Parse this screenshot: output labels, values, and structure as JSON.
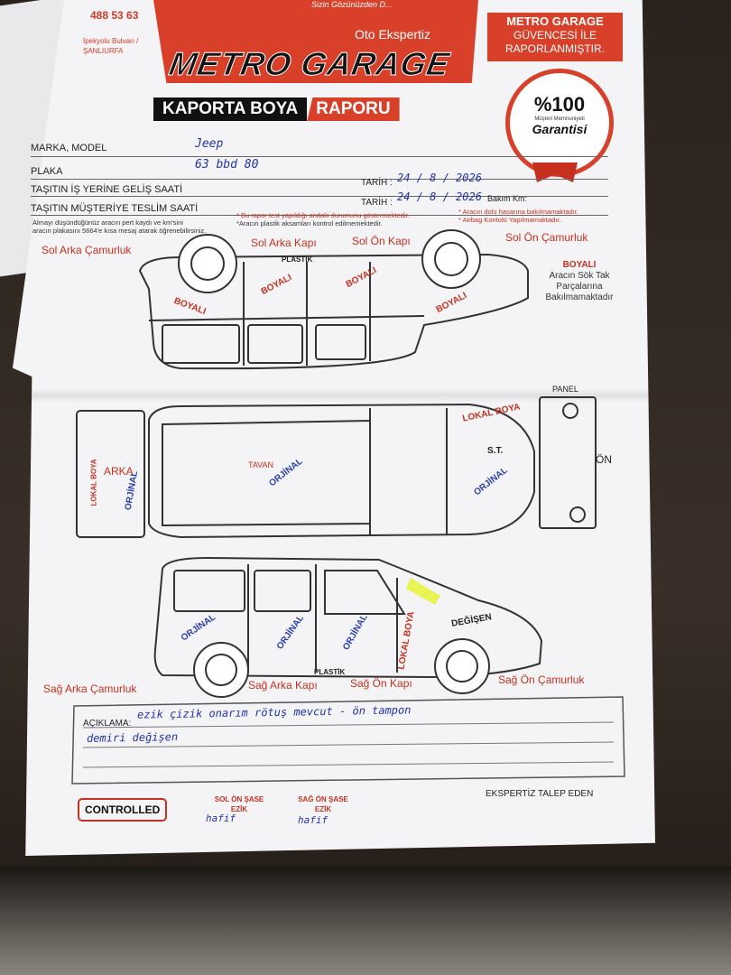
{
  "header": {
    "phone": "488 53 63",
    "address": "İpekyolu Bulvarı / ŞANLIURFA",
    "slogan": "Sizin Gözünüzden D...",
    "subtitle": "Oto Ekspertiz",
    "brand": "METRO GARAGE",
    "trust_line1": "METRO GARAGE",
    "trust_line2": "GÜVENCESİ İLE",
    "trust_line3": "RAPORLANMIŞTIR.",
    "badge_pct": "%100",
    "badge_sub": "Müşteri Memnuniyeti",
    "badge_word": "Garantisi"
  },
  "title": {
    "left": "KAPORTA BOYA",
    "right": "RAPORU"
  },
  "form": {
    "marka_label": "MARKA, MODEL",
    "marka_value": "Jeep",
    "plaka_label": "PLAKA",
    "plaka_value": "63 bbd 80",
    "gelis_label": "TAŞITIN İŞ YERİNE GELİŞ SAATİ",
    "teslim_label": "TAŞITIN MÜŞTERİYE TESLİM SAATİ",
    "tarih_label": "TARİH :",
    "tarih1": "24 / 8 / 2026",
    "tarih2": "24 / 8 / 2026",
    "km_label": "Bakım Km:"
  },
  "notes": {
    "left1": "Almayı düşündüğünüz aracın pert kaydı ve km'sini",
    "left2": "aracın plakasını 5664'e kısa mesaj atarak öğrenebilirsiniz.",
    "mid1": "* Bu rapor test yapıldığı andaki durumunu göstermektedir.",
    "mid2": "*Aracın plastik aksamları kontrol edilmemektedir.",
    "right1": "* Aracın dolu hasarına bakılmamaktadır.",
    "right2": "* Airbag Kontolü Yapılmamaktadır."
  },
  "labels": {
    "sol_arka_camurluk": "Sol Arka Çamurluk",
    "sol_arka_kapi": "Sol Arka Kapı",
    "sol_on_kapi": "Sol Ön Kapı",
    "sol_on_camurluk": "Sol Ön Çamurluk",
    "boyali_note_title": "BOYALI",
    "boyali_note_1": "Aracın Sök Tak",
    "boyali_note_2": "Parçalarına",
    "boyali_note_3": "Bakılmamaktadır",
    "panel": "PANEL",
    "on": "ÖN",
    "tavan": "TAVAN",
    "arka": "ARKA",
    "st": "S.T.",
    "sag_arka_camurluk": "Sağ Arka Çamurluk",
    "sag_arka_kapi": "Sağ Arka Kapı",
    "sag_on_kapi": "Sağ Ön Kapı",
    "sag_on_camurluk": "Sağ Ön Çamurluk"
  },
  "stamps": {
    "boyali": "BOYALI",
    "plastik": "PLASTİK",
    "orjinal": "ORJİNAL",
    "lokal_boya": "LOKAL BOYA",
    "degisen": "DEĞİŞEN"
  },
  "aciklama": {
    "label": "AÇIKLAMA:",
    "line1": "ezik çizik onarım rötuş mevcut - ön tampon",
    "line2": "demiri değişen"
  },
  "footer": {
    "ekspertiz": "EKSPERTİZ TALEP EDEN",
    "controlled": "CONTROLLED",
    "sol_sase": "SOL ÖN ŞASE",
    "sag_sase": "SAĞ ÖN ŞASE",
    "ezik": "EZİK",
    "hafif": "hafif"
  }
}
